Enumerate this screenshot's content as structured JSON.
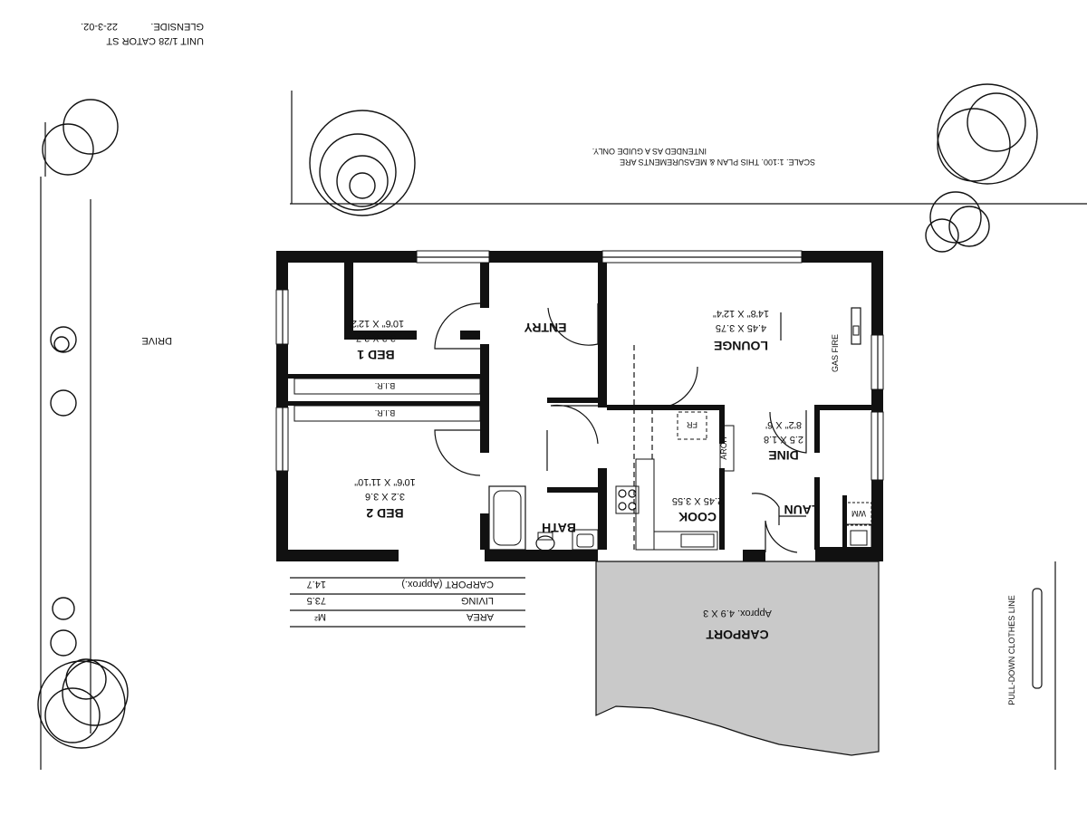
{
  "header": {
    "address_line1": "UNIT 1/28 CATOR ST",
    "address_line2": "GLENSIDE.",
    "date": "22-3-02."
  },
  "note": {
    "line1": "SCALE. 1:100.  THIS PLAN & MEASUREMENTS ARE",
    "line2": "INTENDED AS A GUIDE ONLY."
  },
  "labels": {
    "drive": "DRIVE",
    "clothes_line": "PULL-DOWN CLOTHES LINE",
    "gas_fire": "GAS FIRE",
    "arch": "ARCH",
    "fr": "FR",
    "wm": "WM",
    "bir": "B.I.R."
  },
  "rooms": {
    "bed1": {
      "name": "BED 1",
      "metric": "3.2 X 3.7",
      "imperial": "10'6\" X 12'2\""
    },
    "bed2": {
      "name": "BED 2",
      "metric": "3.2 X 3.6",
      "imperial": "10'6\" X 11'10\""
    },
    "entry": {
      "name": "ENTRY"
    },
    "lounge": {
      "name": "LOUNGE",
      "metric": "4.45 X 3.75",
      "imperial": "14'8\" X 12'4\""
    },
    "dine": {
      "name": "DINE",
      "metric": "2.5 X 1.8",
      "imperial": "8'2\" X 6'"
    },
    "cook": {
      "name": "COOK",
      "metric": "2.45 X 3.55"
    },
    "laun": {
      "name": "LAUN"
    },
    "bath": {
      "name": "BATH"
    },
    "carport": {
      "name": "CARPORT",
      "dims": "Approx. 4.9 X 3"
    }
  },
  "area_table": {
    "title": "AREA",
    "unit": "M²",
    "rows": [
      {
        "label": "LIVING",
        "value": "73.5"
      },
      {
        "label": "CARPORT (Approx.)",
        "value": "14.7"
      }
    ]
  }
}
